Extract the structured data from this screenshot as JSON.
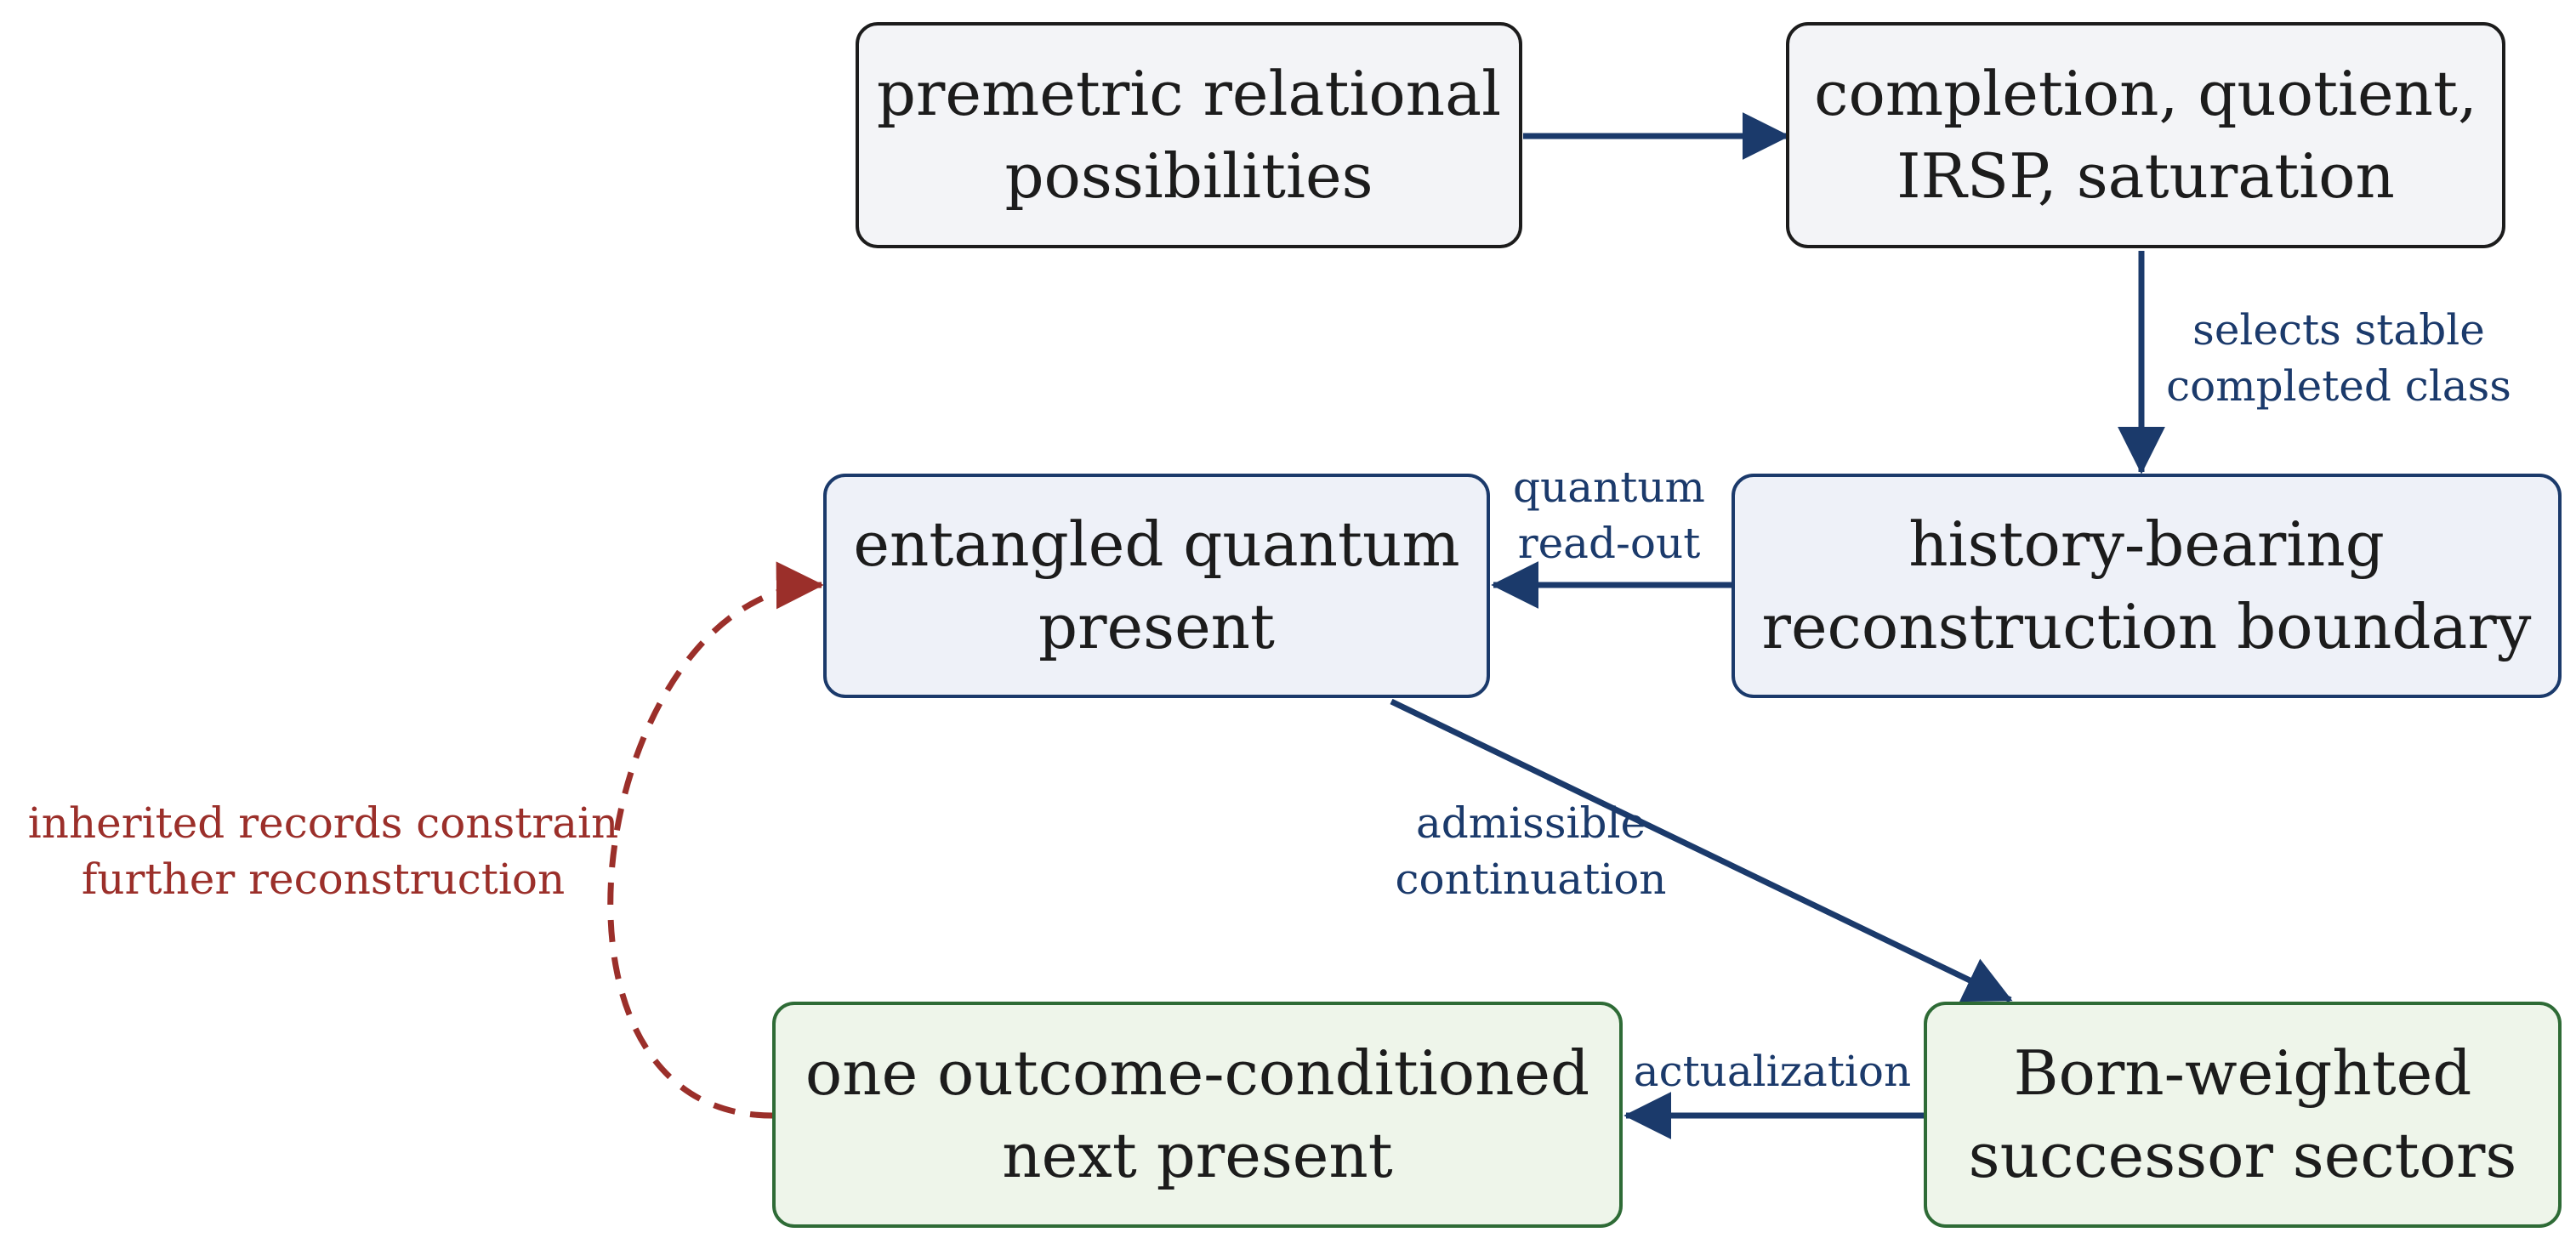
{
  "nodes": {
    "premetric": {
      "line1": "premetric relational",
      "line2": "possibilities"
    },
    "completion": {
      "line1": "completion, quotient,",
      "line2": "IRSP, saturation"
    },
    "history": {
      "line1": "history-bearing",
      "line2": "reconstruction boundary"
    },
    "entangled": {
      "line1": "entangled quantum",
      "line2": "present"
    },
    "born": {
      "line1": "Born-weighted",
      "line2": "successor sectors"
    },
    "outcome": {
      "line1": "one outcome-conditioned",
      "line2": "next present"
    }
  },
  "edges": {
    "selects": {
      "line1": "selects stable",
      "line2": "completed class"
    },
    "readout": {
      "line1": "quantum",
      "line2": "read-out"
    },
    "admissible": {
      "line1": "admissible",
      "line2": "continuation"
    },
    "actualization": {
      "line1": "actualization"
    },
    "inherited": {
      "line1": "inherited records constrain",
      "line2": "further reconstruction"
    }
  },
  "colors": {
    "navy": "#1b3a6b",
    "red": "#9b2f2a",
    "green_border": "#2e6b36",
    "dark_border": "#1c1c1c"
  }
}
